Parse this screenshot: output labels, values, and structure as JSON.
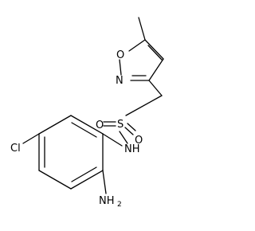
{
  "molecule": {
    "atoms": {
      "ring_oxygen": "O",
      "ring_nitrogen": "N",
      "sulfur": "S",
      "sulfonyl_oxygen_left": "O",
      "sulfonyl_oxygen_right": "O",
      "amide_nh": "NH",
      "chlorine": "Cl",
      "amine_n": "NH",
      "amine_sub": "2"
    }
  }
}
